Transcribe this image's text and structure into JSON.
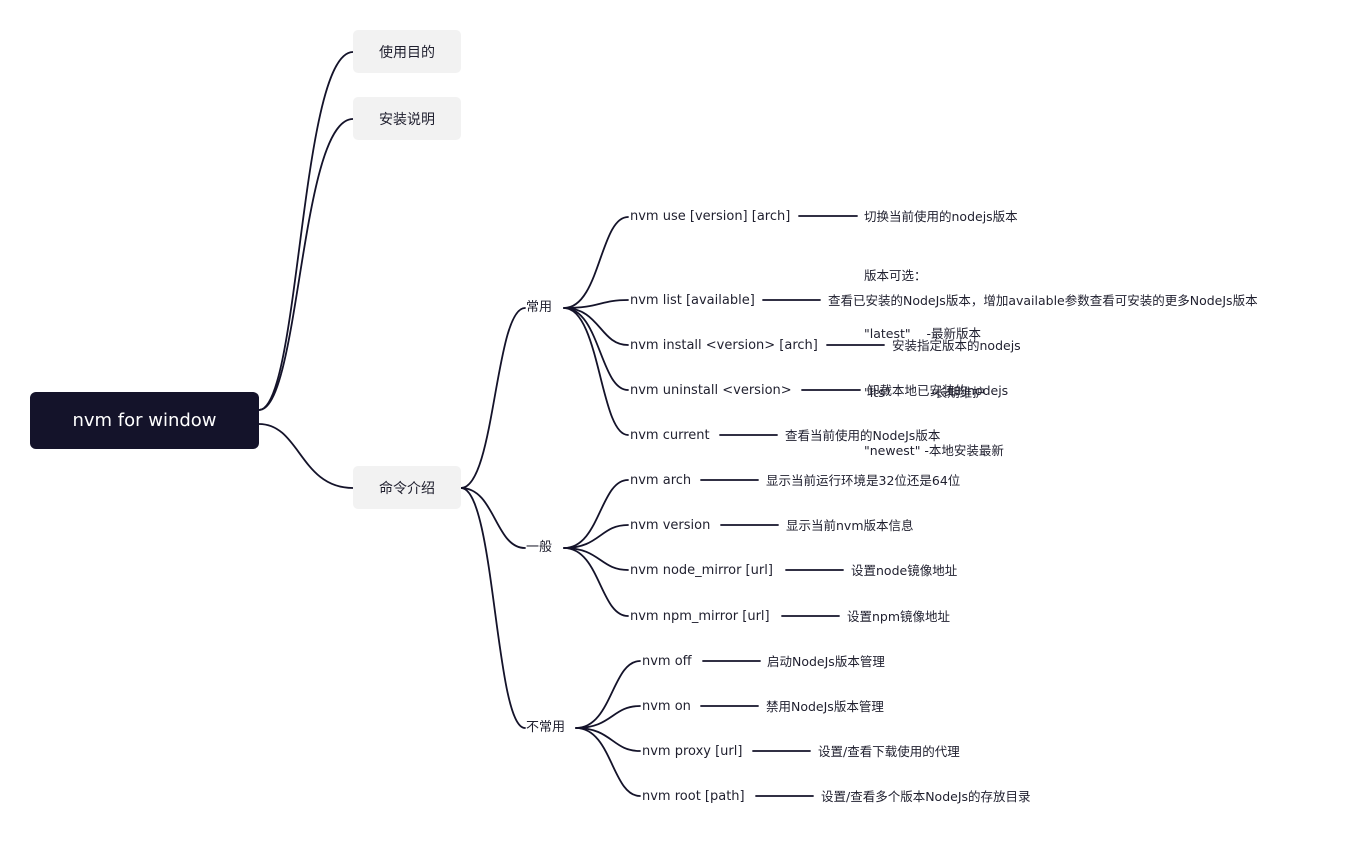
{
  "root": {
    "label": "nvm for window"
  },
  "level1": [
    {
      "label": "使用目的"
    },
    {
      "label": "安装说明"
    },
    {
      "label": "命令介绍"
    }
  ],
  "groups": [
    {
      "label": "常用",
      "commands": [
        {
          "cmd": "nvm use [version] [arch]",
          "desc_lines": [
            "切换当前使用的nodejs版本",
            "版本可选：",
            "\"latest\"    -最新版本",
            "\"lts\"          -长期维护",
            "\"newest\" -本地安装最新"
          ]
        },
        {
          "cmd": "nvm list [available]",
          "desc": "查看已安装的NodeJs版本，增加available参数查看可安装的更多NodeJs版本"
        },
        {
          "cmd": "nvm install <version> [arch]",
          "desc": "安装指定版本的nodejs"
        },
        {
          "cmd": "nvm uninstall <version>",
          "desc": "卸载本地已安装的nodejs"
        },
        {
          "cmd": "nvm current",
          "desc": "查看当前使用的NodeJs版本"
        }
      ]
    },
    {
      "label": "一般",
      "commands": [
        {
          "cmd": "nvm arch",
          "desc": "显示当前运行环境是32位还是64位"
        },
        {
          "cmd": "nvm version",
          "desc": "显示当前nvm版本信息"
        },
        {
          "cmd": "nvm node_mirror [url]",
          "desc": "设置node镜像地址"
        },
        {
          "cmd": "nvm npm_mirror [url]",
          "desc": "设置npm镜像地址"
        }
      ]
    },
    {
      "label": "不常用",
      "commands": [
        {
          "cmd": "nvm off",
          "desc": "启动NodeJs版本管理"
        },
        {
          "cmd": "nvm on",
          "desc": "禁用NodeJs版本管理"
        },
        {
          "cmd": "nvm proxy [url]",
          "desc": "设置/查看下载使用的代理"
        },
        {
          "cmd": "nvm root [path]",
          "desc": "设置/查看多个版本NodeJs的存放目录"
        }
      ]
    }
  ],
  "colors": {
    "root_bg": "#14132a",
    "node_bg": "#f2f2f2",
    "line": "#14132a"
  }
}
